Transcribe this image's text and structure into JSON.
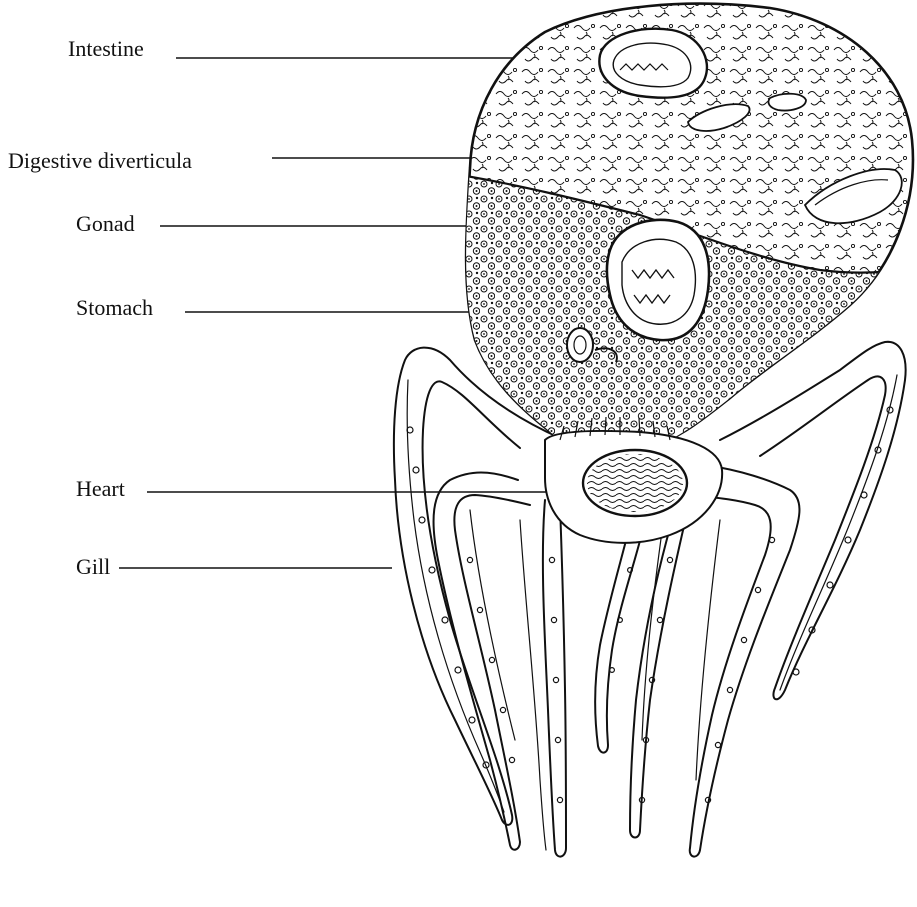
{
  "figure": {
    "labels": [
      {
        "id": "intestine",
        "text": "Intestine"
      },
      {
        "id": "digestive_diverticula",
        "text": "Digestive diverticula"
      },
      {
        "id": "gonad",
        "text": "Gonad"
      },
      {
        "id": "stomach",
        "text": "Stomach"
      },
      {
        "id": "heart",
        "text": "Heart"
      },
      {
        "id": "gill",
        "text": "Gill"
      }
    ]
  },
  "colors": {
    "ink": "#111111",
    "background": "#ffffff"
  }
}
